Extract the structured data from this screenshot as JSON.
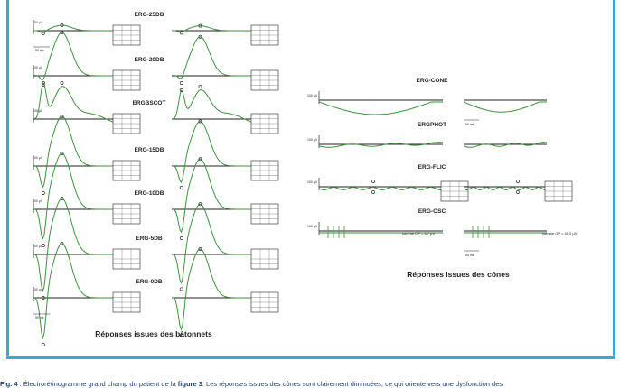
{
  "rod_panel": {
    "labels": [
      "ERG-25DB",
      "ERG-20DB",
      "ERGBSCOT",
      "ERG-15DB",
      "ERG-10DB",
      "ERG-5DB",
      "ERG-0DB"
    ],
    "scale_label": "100 µV",
    "time_label": "50 ms",
    "heading": "Réponses issues des bâtonnets"
  },
  "cone_panel": {
    "labels": [
      "ERG-CONE",
      "ERGPHOT",
      "ERG-FLIC",
      "ERG-OSC"
    ],
    "scale_label": "100 µV",
    "time_label": "50 ms",
    "osc_sum_left": "somme OP = 6,7 µV",
    "osc_sum_right": "somme OP = 40,0 µV",
    "heading": "Réponses issues des cônes"
  },
  "caption": {
    "prefix": "Fig. 4",
    "text_a": " : Électrorétinogramme grand champ du patient de la ",
    "figure_ref": "figure 3",
    "text_b": ". Les réponses issues des cônes sont clairement diminuées, ce qui oriente vers une dysfonction des"
  },
  "colors": {
    "frame": "#3ba7d6",
    "trace": "#3f8f3f",
    "baseline": "#222222",
    "caption": "#1e3a5f"
  }
}
